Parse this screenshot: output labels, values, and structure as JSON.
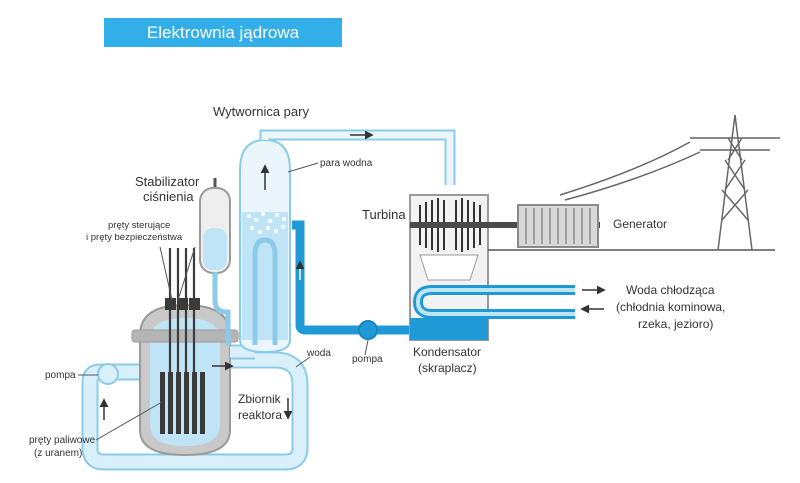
{
  "title": "Elektrownia jądrowa",
  "labels": {
    "steam_generator": "Wytwornica pary",
    "steam": "para wodna",
    "pressurizer_line1": "Stabilizator",
    "pressurizer_line2": "ciśnienia",
    "control_rods_line1": "pręty sterujące",
    "control_rods_line2": "i pręty bezpieczeństwa",
    "turbine": "Turbina",
    "generator": "Generator",
    "cooling_water_line1": "Woda chłodząca",
    "cooling_water_line2": "(chłodnia kominowa,",
    "cooling_water_line3": "rzeka, jezioro)",
    "pump_left": "pompa",
    "pump_mid": "pompa",
    "water": "woda",
    "condenser_line1": "Kondensator",
    "condenser_line2": "(skraplacz)",
    "reactor_line1": "Zbiornik",
    "reactor_line2": "reaktora",
    "fuel_rods_line1": "pręty paliwowe",
    "fuel_rods_line2": "(z uranem)"
  },
  "colors": {
    "banner": "#32aee8",
    "pipe_light": "#bfe4f6",
    "pipe_outline": "#8ccbe8",
    "condenser_water": "#1f9ad6",
    "rod": "#3a3a3a",
    "text": "#333333"
  }
}
